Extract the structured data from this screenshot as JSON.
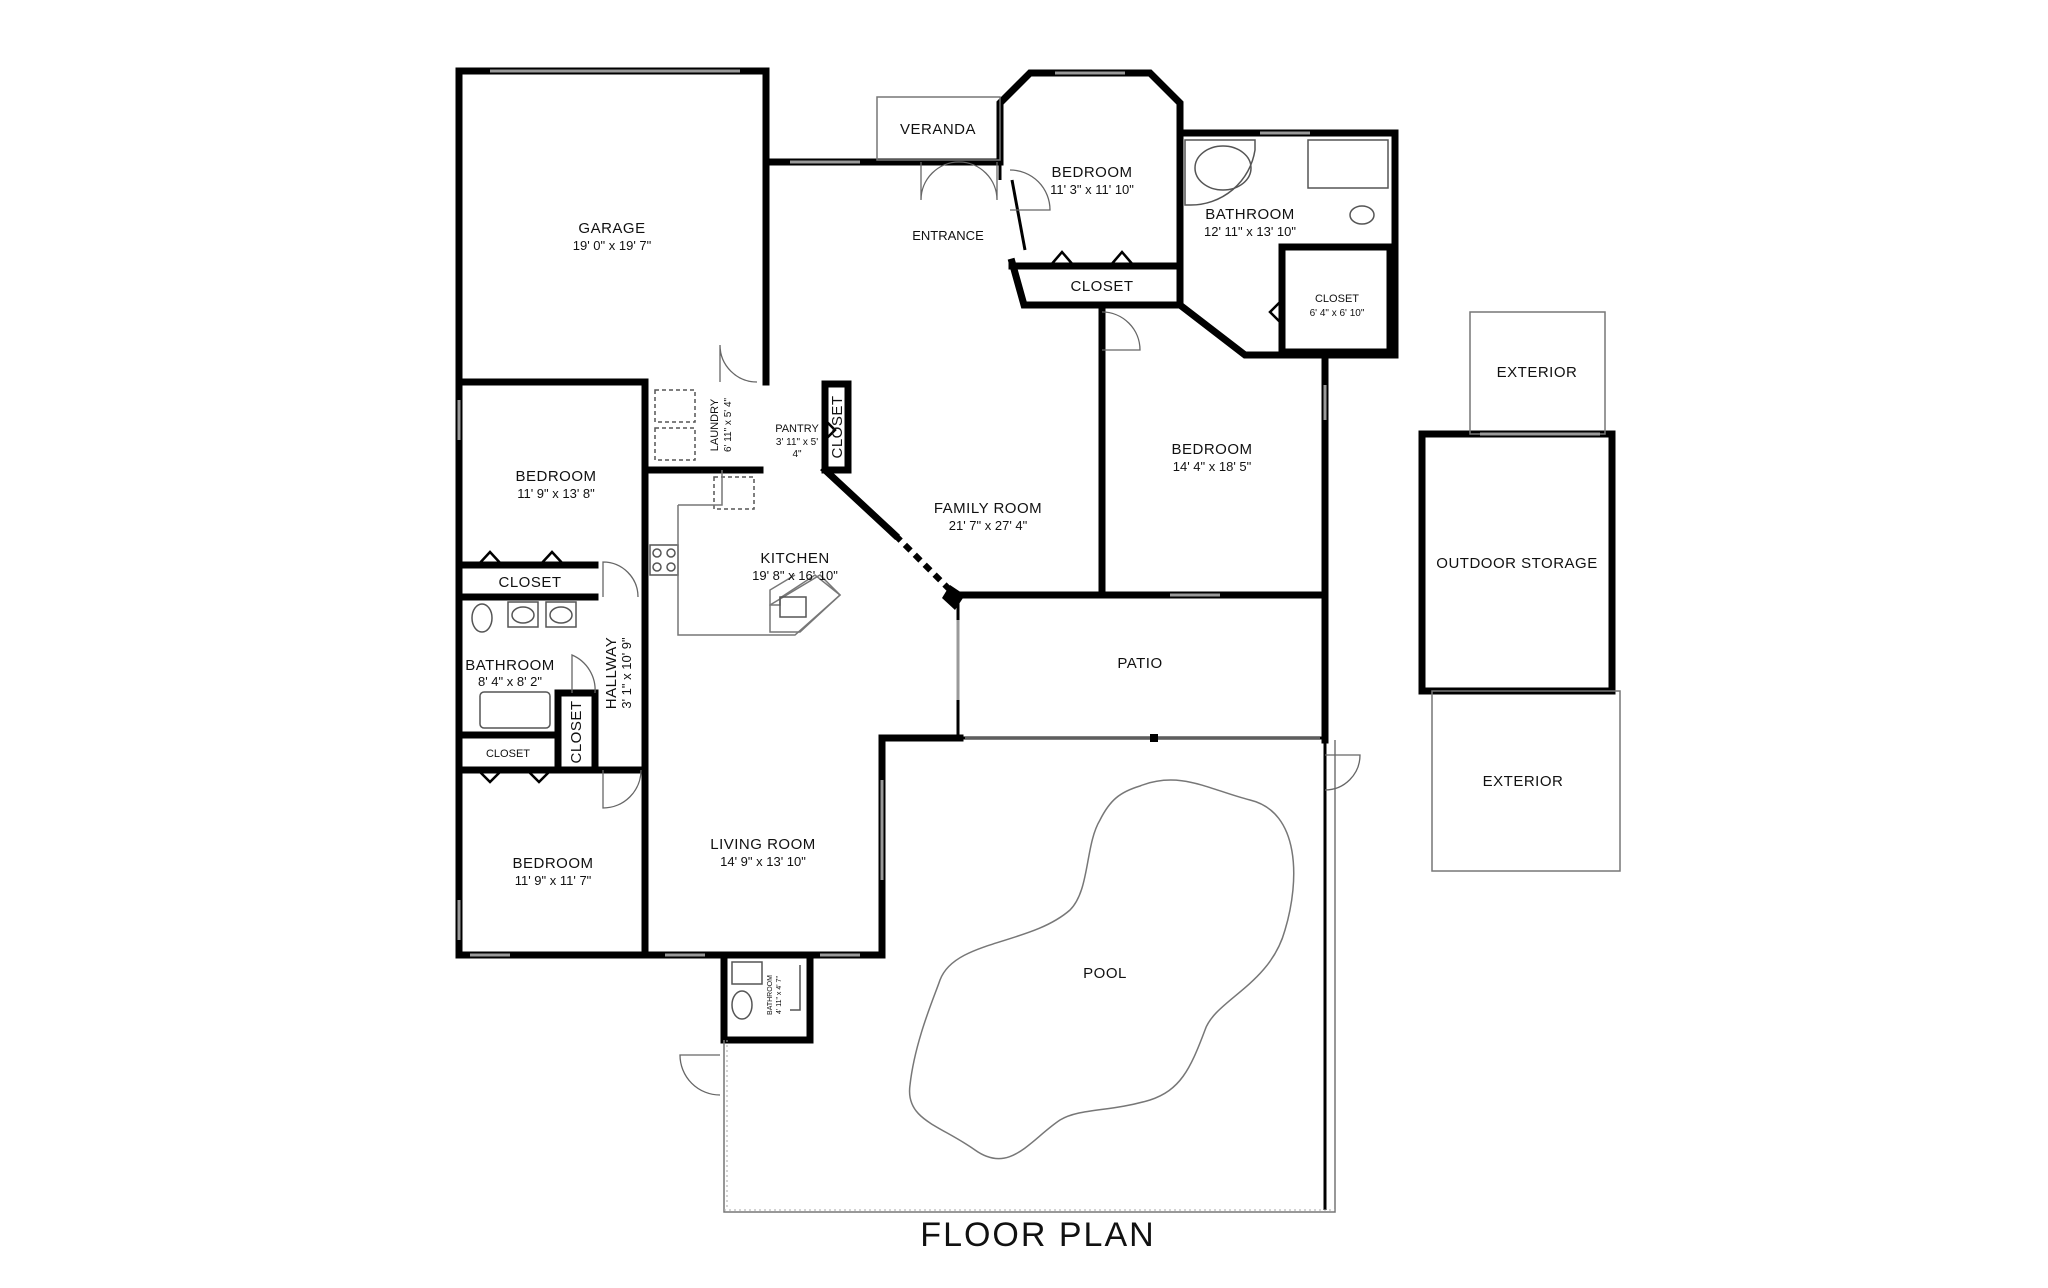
{
  "title": "FLOOR PLAN",
  "colors": {
    "wall": "#000000",
    "text": "#111111",
    "outline": "#777777"
  },
  "rooms": {
    "garage": {
      "name": "GARAGE",
      "dim": "19' 0\" x 19' 7\""
    },
    "veranda": {
      "name": "VERANDA"
    },
    "entrance": {
      "name": "ENTRANCE"
    },
    "bedroom_top": {
      "name": "BEDROOM",
      "dim": "11' 3\" x 11' 10\""
    },
    "closet_top": {
      "name": "CLOSET"
    },
    "bathroom_master": {
      "name": "BATHROOM",
      "dim": "12' 11\" x 13' 10\""
    },
    "closet_master": {
      "name": "CLOSET",
      "dim": "6' 4\" x 6' 10\""
    },
    "exterior_top": {
      "name": "EXTERIOR"
    },
    "outdoor_storage": {
      "name": "OUTDOOR STORAGE"
    },
    "exterior_bottom": {
      "name": "EXTERIOR"
    },
    "bedroom_right": {
      "name": "BEDROOM",
      "dim": "14' 4\" x 18' 5\""
    },
    "family_room": {
      "name": "FAMILY ROOM",
      "dim": "21' 7\" x 27' 4\""
    },
    "laundry": {
      "name": "LAUNDRY",
      "dim": "6' 11\" x 5' 4\""
    },
    "pantry": {
      "name": "PANTRY",
      "dim": "3' 11\" x 5'",
      "dim2": "4\""
    },
    "closet_pantry": {
      "name": "CLOSET"
    },
    "bedroom_left_top": {
      "name": "BEDROOM",
      "dim": "11' 9\" x 13' 8\""
    },
    "closet_left": {
      "name": "CLOSET"
    },
    "kitchen": {
      "name": "KITCHEN",
      "dim": "19' 8\" x 16' 10\""
    },
    "bathroom_left": {
      "name": "BATHROOM",
      "dim": "8' 4\" x 8' 2\""
    },
    "hallway": {
      "name": "HALLWAY",
      "dim": "3' 1\" x 10' 9\""
    },
    "closet_hall": {
      "name": "CLOSET"
    },
    "closet_small": {
      "name": "CLOSET"
    },
    "patio": {
      "name": "PATIO"
    },
    "bedroom_left_bottom": {
      "name": "BEDROOM",
      "dim": "11' 9\" x 11' 7\""
    },
    "living_room": {
      "name": "LIVING ROOM",
      "dim": "14' 9\" x 13' 10\""
    },
    "pool": {
      "name": "POOL"
    },
    "bathroom_small": {
      "name": "BATHROOM",
      "dim": "4' 11\" x 4' 7\""
    }
  }
}
